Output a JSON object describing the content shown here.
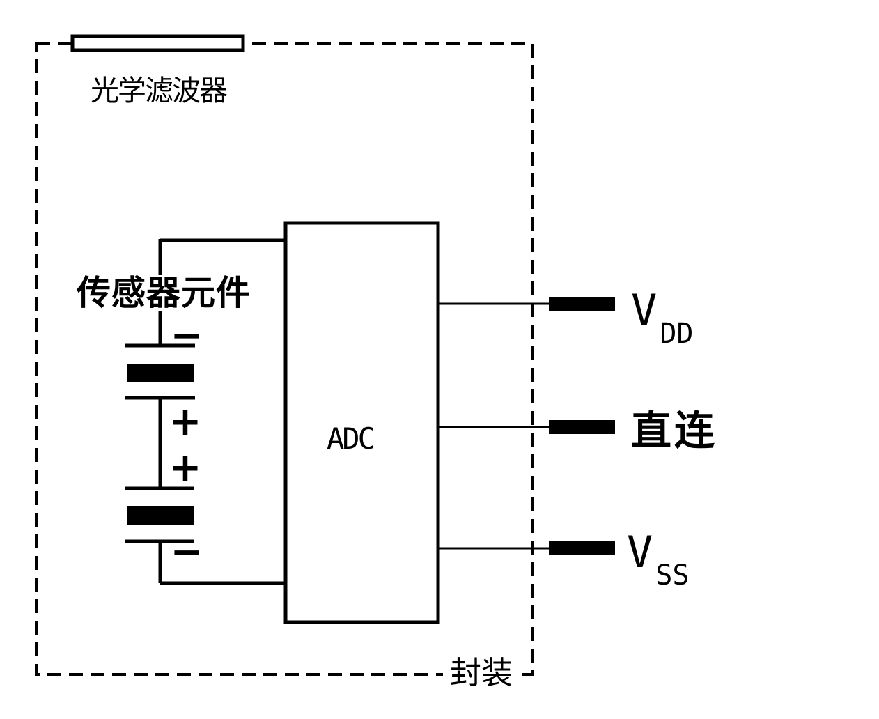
{
  "colors": {
    "ink": "#000000",
    "background": "#ffffff"
  },
  "package": {
    "label": "封装"
  },
  "optical_filter": {
    "label": "光学滤波器"
  },
  "sensor": {
    "label": "传感器元件",
    "marks": {
      "minus_top": "−",
      "plus_upper": "+",
      "plus_lower": "+",
      "minus_bottom": "−"
    }
  },
  "adc": {
    "label": "ADC"
  },
  "pins": [
    {
      "label": "V",
      "subscript": "DD"
    },
    {
      "label": "直连",
      "subscript": ""
    },
    {
      "label": "V",
      "subscript": "SS"
    }
  ]
}
